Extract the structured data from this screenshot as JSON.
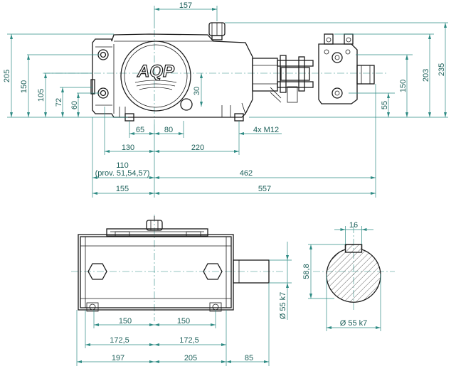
{
  "logo": "AQP",
  "dimensions": {
    "side_view": {
      "d157": "157",
      "d205": "205",
      "d150_left": "150",
      "d105": "105",
      "d72": "72",
      "d60": "60",
      "d30": "30",
      "d235": "235",
      "d203": "203",
      "d150_right": "150",
      "d55": "55",
      "d65": "65",
      "d80": "80",
      "thread": "4x M12",
      "d130": "130",
      "d220": "220",
      "d110": "110",
      "prov": "(prov. 51,54,57)",
      "d462": "462",
      "d155": "155",
      "d557": "557"
    },
    "top_view": {
      "d150a": "150",
      "d150b": "150",
      "d172a": "172,5",
      "d172b": "172,5",
      "d197": "197",
      "d205": "205",
      "d85": "85",
      "shaft_dia": "Ø 55 k7"
    },
    "shaft_section": {
      "key_width": "16",
      "key_height": "58,8",
      "dia": "Ø 55 k7"
    }
  }
}
